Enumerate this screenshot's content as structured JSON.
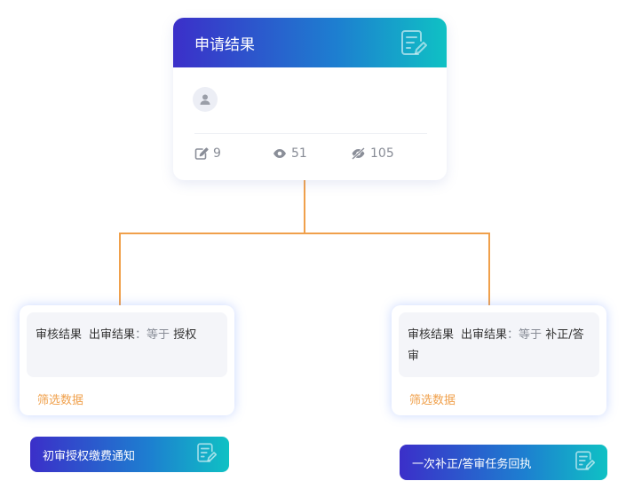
{
  "root": {
    "title": "申请结果",
    "stats": {
      "edits": "9",
      "views": "51",
      "hidden": "105"
    }
  },
  "branches": [
    {
      "field": "审核结果",
      "subfield": "出审结果",
      "operator": "：等于",
      "value": "授权",
      "filter_link": "筛选数据",
      "action": "初审授权缴费通知"
    },
    {
      "field": "审核结果",
      "subfield": "出审结果",
      "operator": "：等于",
      "value": "补正/答审",
      "filter_link": "筛选数据",
      "action": "一次补正/答审任务回执"
    }
  ],
  "colors": {
    "connector": "#f0a04b",
    "gradient_start": "#3b2fc9",
    "gradient_end": "#0fc1c4",
    "link": "#f0a04b"
  },
  "icons": [
    "document-edit-icon",
    "user-icon",
    "pencil-icon",
    "eye-icon",
    "eye-slash-icon"
  ]
}
